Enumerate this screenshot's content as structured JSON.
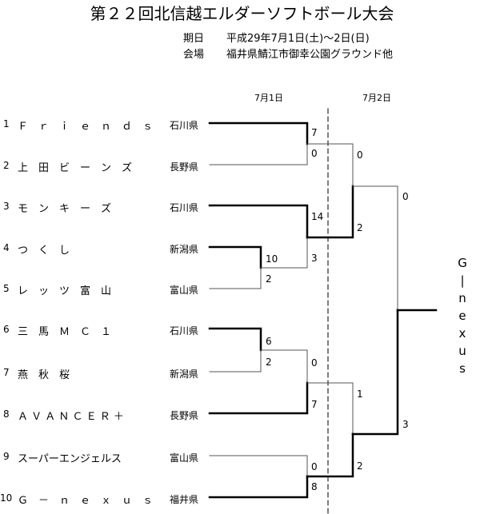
{
  "title": "第２２回北信越エルダーソフトボール大会",
  "info": {
    "date_label": "期日",
    "date_value": "平成29年7月1日(土)～2日(日)",
    "venue_label": "会場",
    "venue_value": "福井県鯖江市御幸公園グラウンド他"
  },
  "days": {
    "day1": "7月1日",
    "day2": "7月2日"
  },
  "teams": [
    {
      "seed": "1",
      "name": "Ｆ　ｒ　ｉ　ｅ　ｎ　ｄ　ｓ",
      "pref": "石川県"
    },
    {
      "seed": "2",
      "name": "上　田　ビ　ー　ン　ズ",
      "pref": "長野県"
    },
    {
      "seed": "3",
      "name": "モ　ン　キ　ー　ズ",
      "pref": "石川県"
    },
    {
      "seed": "4",
      "name": "つ　く　し",
      "pref": "新潟県"
    },
    {
      "seed": "5",
      "name": "レ　ッ　ツ　富　山",
      "pref": "富山県"
    },
    {
      "seed": "6",
      "name": "三　馬　Ｍ　Ｃ　１",
      "pref": "石川県"
    },
    {
      "seed": "7",
      "name": "燕　秋　桜",
      "pref": "新潟県"
    },
    {
      "seed": "8",
      "name": "Ａ Ｖ Ａ Ｎ Ｃ Ｅ Ｒ ＋",
      "pref": "長野県"
    },
    {
      "seed": "9",
      "name": "スーパーエンジェルス",
      "pref": "富山県"
    },
    {
      "seed": "10",
      "name": "Ｇ　－　ｎ　ｅ　ｘ　ｕ　ｓ",
      "pref": "福井県"
    }
  ],
  "scores": {
    "r1_4_5_a": "10",
    "r1_4_5_b": "2",
    "r1_6_7_a": "6",
    "r1_6_7_b": "2",
    "qf_1_2_a": "7",
    "qf_1_2_b": "0",
    "qf_3_45_a": "14",
    "qf_3_45_b": "3",
    "qf_67_8_a": "0",
    "qf_67_8_b": "7",
    "qf_9_10_a": "0",
    "qf_9_10_b": "8",
    "sf_top_a": "0",
    "sf_top_b": "2",
    "sf_bot_a": "1",
    "sf_bot_b": "2",
    "final_a": "0",
    "final_b": "3"
  },
  "champion_chars": [
    "G",
    "|",
    "n",
    "e",
    "x",
    "u",
    "s"
  ]
}
